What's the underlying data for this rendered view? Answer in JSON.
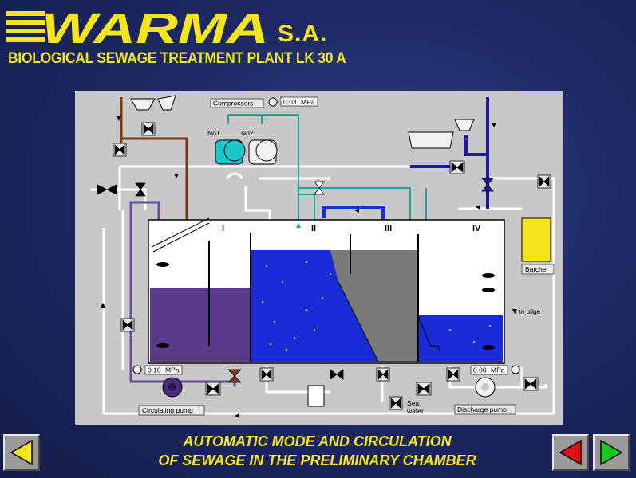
{
  "header": {
    "logo_text": "WARMA",
    "company_suffix": "S.A.",
    "subtitle": "BIOLOGICAL SEWAGE TREATMENT PLANT  LK 30 A"
  },
  "diagram": {
    "compressors_label": "Compressors",
    "compressor_pressure": "0.03",
    "compressor_unit": "MPa",
    "compressor_1": "No1",
    "compressor_2": "No2",
    "chamber_1": "I",
    "chamber_2": "II",
    "chamber_3": "III",
    "chamber_4": "IV",
    "batcher_label": "Batcher",
    "to_bilge_label": "to bilge",
    "circulating_pressure": "0.10",
    "circulating_unit": "MPa",
    "circulating_pump_label": "Circulating pump",
    "discharge_pressure": "0.00",
    "discharge_unit": "MPa",
    "discharge_pump_label": "Discharge pump",
    "sea_water_label_1": "Sea",
    "sea_water_label_2": "water"
  },
  "caption": {
    "line1": "AUTOMATIC MODE AND CIRCULATION",
    "line2": "OF SEWAGE IN THE PRELIMINARY CHAMBER"
  },
  "colors": {
    "accent_yellow": "#f5e51c",
    "sewage_brown": "#7a3a10",
    "sludge_purple": "#5a3a8a",
    "water_blue": "#1a2cd8",
    "air_teal": "#1aa7a0",
    "clean_blue": "#1a1aa8"
  }
}
